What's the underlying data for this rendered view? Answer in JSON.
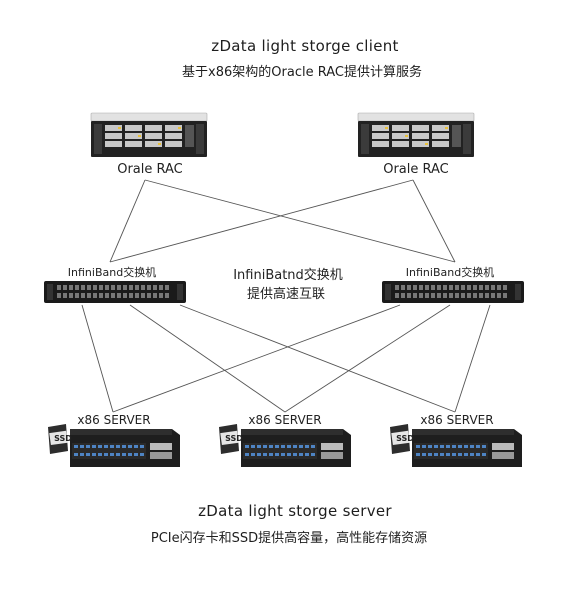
{
  "client": {
    "title": "zData light storge client",
    "subtitle": "基于x86架构的Oracle RAC提供计算服务"
  },
  "rac_nodes": [
    {
      "label": "Orale RAC"
    },
    {
      "label": "Orale RAC"
    }
  ],
  "switches": [
    {
      "label": "InfiniBand交换机"
    },
    {
      "label": "InfiniBand交换机"
    }
  ],
  "switch_center": {
    "line1": "InfiniBatnd交换机",
    "line2": "提供高速互联"
  },
  "servers": [
    {
      "label": "x86 SERVER",
      "badge": "SSD"
    },
    {
      "label": "x86 SERVER",
      "badge": "SSD"
    },
    {
      "label": "x86 SERVER",
      "badge": "SSD"
    }
  ],
  "server_section": {
    "title": "zData light storge server",
    "subtitle": "PCIe闪存卡和SSD提供高容量，高性能存储资源"
  }
}
